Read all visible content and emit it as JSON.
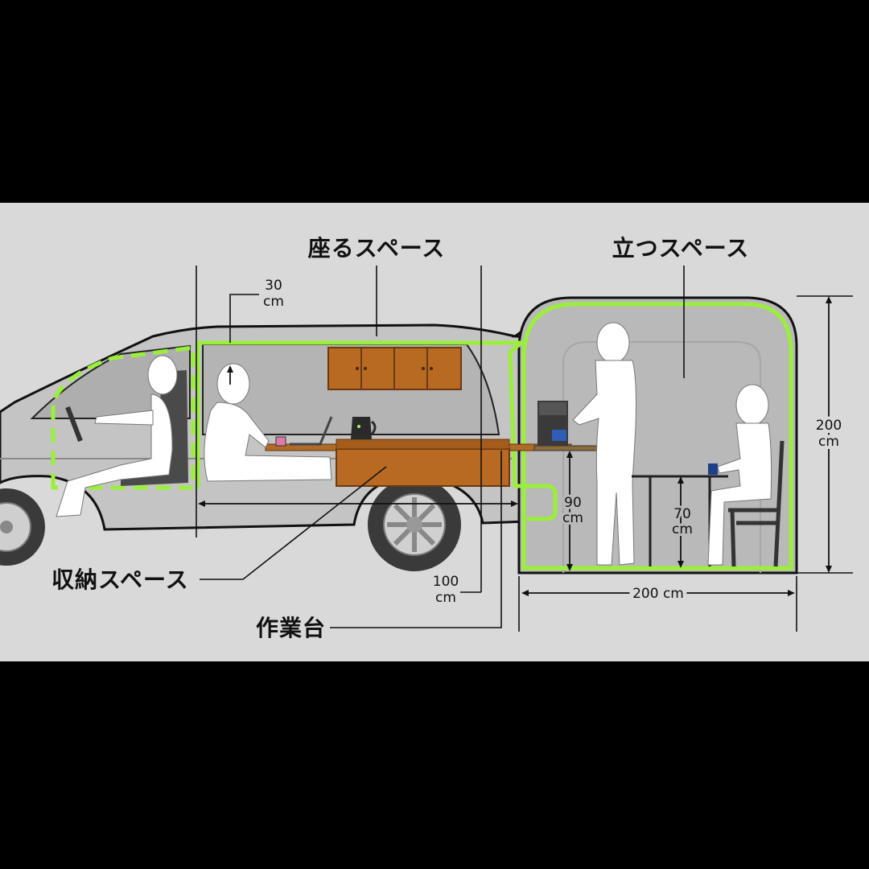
{
  "labels": {
    "sitting_space": "座るスペース",
    "standing_space": "立つスペース",
    "storage_space": "収納スペース",
    "workbench": "作業台"
  },
  "dimensions": {
    "headroom": {
      "value": "30",
      "unit": "cm"
    },
    "length": {
      "value": "100",
      "unit": "cm"
    },
    "tent_height": {
      "value": "200",
      "unit": "cm"
    },
    "tent_width": "200 cm",
    "counter_height": {
      "value": "90",
      "unit": "cm"
    },
    "table_height": {
      "value": "70",
      "unit": "cm"
    }
  },
  "colors": {
    "background": "#000000",
    "panel": "#d9d9d9",
    "car_body": "#c4c4c4",
    "tent": "#b9b9b9",
    "highlight": "#9bef3a",
    "wood": "#b96a22",
    "figure": "#ffffff"
  }
}
